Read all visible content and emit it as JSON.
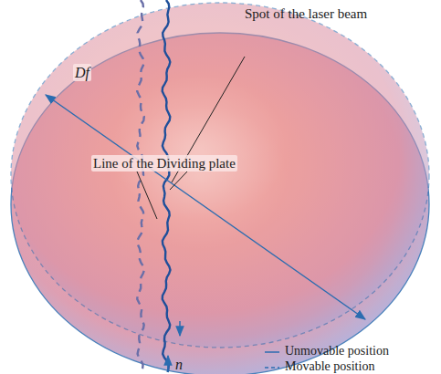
{
  "diagram": {
    "labels": [
      "Spot of the laser beam",
      "Df",
      "Line of the Dividing plate",
      "n"
    ],
    "legend": [
      {
        "text": "Unmovable position"
      },
      {
        "text": "Movable position"
      }
    ]
  }
}
